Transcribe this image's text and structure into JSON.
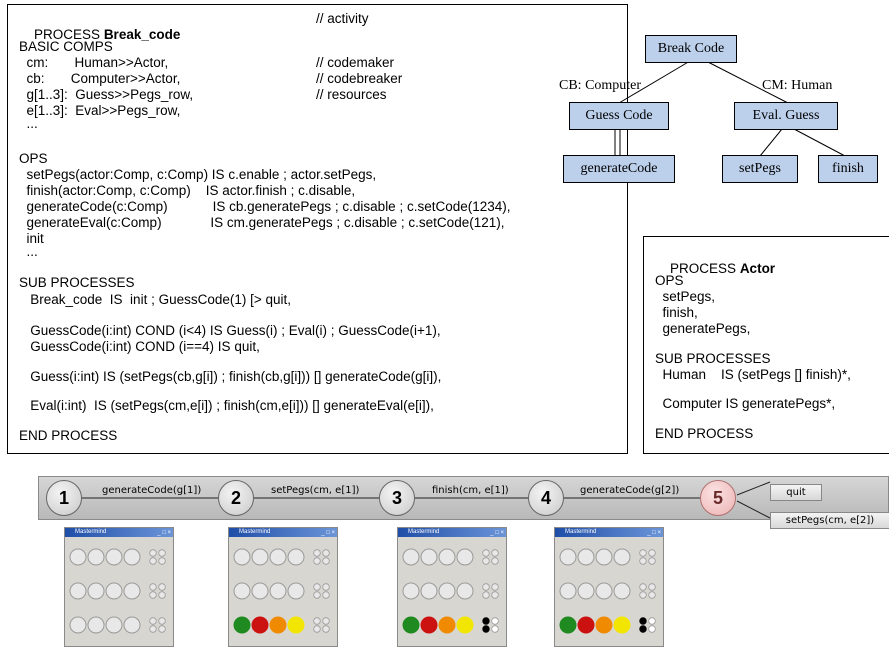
{
  "main_process": {
    "line1": {
      "kw": "PROCESS",
      "name": "Break_code",
      "comment": "// activity"
    },
    "basic_comps_header": "BASIC COMPS",
    "basic_comps": [
      {
        "left": "  cm:       Human>>Actor,",
        "comment": "// codemaker"
      },
      {
        "left": "  cb:       Computer>>Actor,",
        "comment": "// codebreaker"
      },
      {
        "left": "  g[1..3]:  Guess>>Pegs_row,",
        "comment": "// resources"
      },
      {
        "left": "  e[1..3]:  Eval>>Pegs_row,",
        "comment": ""
      }
    ],
    "ellipsis1": "  ...",
    "ops_header": "OPS",
    "ops": [
      "  setPegs(actor:Comp, c:Comp) IS c.enable ; actor.setPegs,",
      "  finish(actor:Comp, c:Comp)    IS actor.finish ; c.disable,",
      "  generateCode(c:Comp)            IS cb.generatePegs ; c.disable ; c.setCode(1234),",
      "  generateEval(c:Comp)             IS cm.generatePegs ; c.disable ; c.setCode(121),",
      "  init"
    ],
    "ellipsis2": "  ...",
    "sub_header": "SUB PROCESSES",
    "sub": [
      "   Break_code  IS  init ; GuessCode(1) [> quit,",
      "   GuessCode(i:int) COND (i<4) IS Guess(i) ; Eval(i) ; GuessCode(i+1),",
      "   GuessCode(i:int) COND (i==4) IS quit,",
      "   Guess(i:int) IS (setPegs(cb,g[i]) ; finish(cb,g[i])) [] generateCode(g[i]),",
      "   Eval(i:int)  IS (setPegs(cm,e[i]) ; finish(cm,e[i])) [] generateEval(e[i]),"
    ],
    "end": "END PROCESS"
  },
  "tree": {
    "root": "Break Code",
    "left_edge_label": "CB: Computer",
    "right_edge_label": "CM: Human",
    "guess_code": "Guess Code",
    "eval_guess": "Eval. Guess",
    "generate_code": "generateCode",
    "set_pegs": "setPegs",
    "finish": "finish"
  },
  "actor_process": {
    "kw": "PROCESS",
    "name": "Actor",
    "ops_header": "OPS",
    "ops": [
      "  setPegs,",
      "  finish,",
      "  generatePegs,"
    ],
    "sub_header": "SUB PROCESSES",
    "sub": [
      "  Human    IS (setPegs [] finish)*,",
      "  Computer IS generatePegs*,"
    ],
    "end": "END PROCESS"
  },
  "timeline": {
    "steps": [
      "1",
      "2",
      "3",
      "4",
      "5"
    ],
    "transitions": [
      "generateCode(g[1])",
      "setPegs(cm, e[1])",
      "finish(cm, e[1])",
      "generateCode(g[2])"
    ],
    "options": [
      "quit",
      "setPegs(cm, e[2])"
    ],
    "window_title": "Mastermind",
    "window_controls": "_ □ ×",
    "colors": {
      "green": "#1f8a1f",
      "red": "#cc1111",
      "orange": "#f08a00",
      "yellow": "#f2e600",
      "black": "#000000",
      "white": "#ffffff",
      "node_fill": "#bcd0ec"
    }
  }
}
